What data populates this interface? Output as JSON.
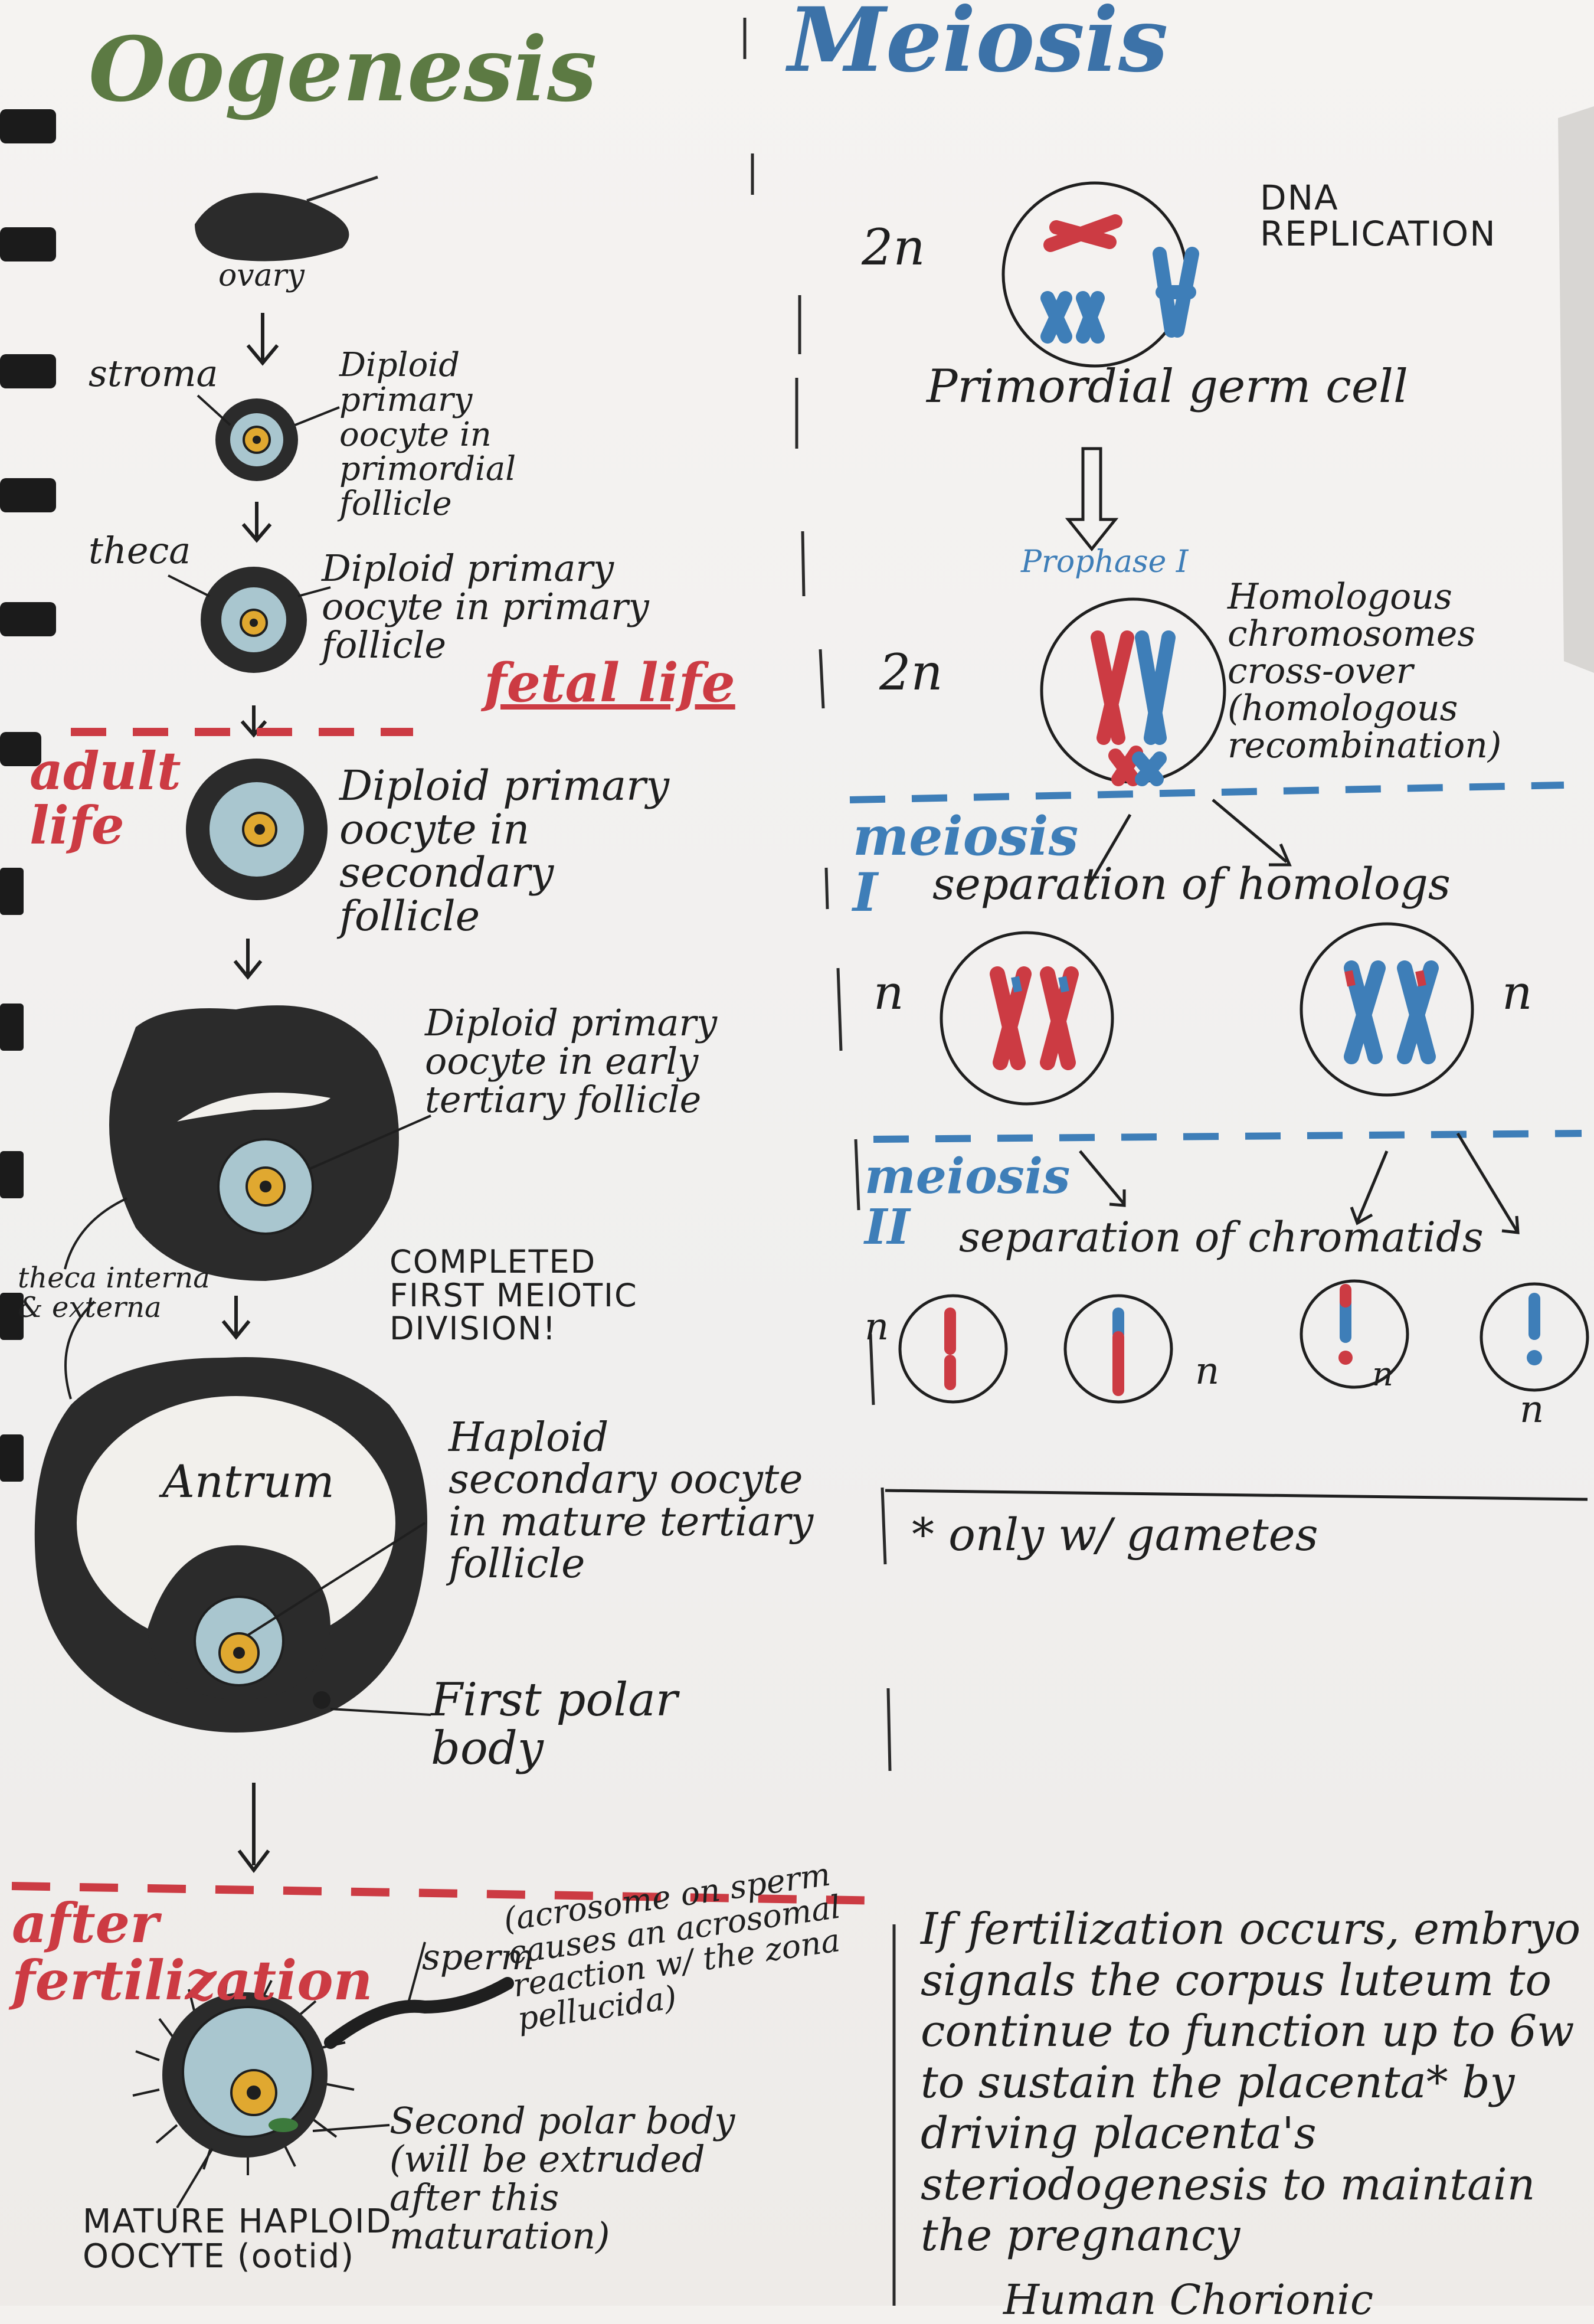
{
  "titles": {
    "left": "Oogenesis",
    "right": "Meiosis"
  },
  "oogenesis": {
    "ovary": "ovary",
    "stroma": "stroma",
    "primordial": "Diploid primary oocyte in primordial follicle",
    "theca": "theca",
    "primary": "Diploid primary oocyte in primary follicle",
    "fetal_life": "fetal life",
    "adult_life": "adult life",
    "secondary": "Diploid primary oocyte in secondary follicle",
    "early_tertiary": "Diploid primary oocyte in early tertiary follicle",
    "theca_int_ext": "theca interna & externa",
    "completed": "COMPLETED FIRST MEIOTIC DIVISION!",
    "antrum": "Antrum",
    "mature_tertiary": "Haploid secondary oocyte in mature tertiary follicle",
    "first_polar": "First polar body",
    "after_fert": "after fertilization",
    "sperm": "sperm",
    "acrosome_note": "(acrosome on sperm causes an acrosomal reaction w/ the zona pellucida)",
    "second_polar": "Second polar body (will be extruded after this maturation)",
    "mature_haploid": "MATURE HAPLOID OOCYTE (ootid)"
  },
  "meiosis": {
    "two_n_a": "2n",
    "dna_rep": "DNA REPLICATION",
    "primordial_germ": "Primordial germ cell",
    "prophase": "Prophase I",
    "two_n_b": "2n",
    "homologous": "Homologous chromosomes cross-over (homologous recombination)",
    "meiosis1": "meiosis I",
    "sep_homologs": "separation of homologs",
    "n_a": "n",
    "n_b": "n",
    "meiosis2": "meiosis II",
    "sep_chromatids": "separation of chromatids",
    "n_c": "n",
    "n_d": "n",
    "n_e": "n",
    "n_f": "n",
    "gametes_note": "* only w/ gametes",
    "fertilization_note": "If fertilization occurs, embryo signals the corpus luteum to continue to function up to 6w to sustain the placenta* by driving placenta's steriodogenesis to maintain the pregnancy",
    "cutoff": "Human Chorionic"
  },
  "colors": {
    "red": "#cc3b43",
    "blue": "#3e7eb8",
    "green": "#5c7a43",
    "ink": "#1f1f1f",
    "yolk": "#e0a830"
  }
}
